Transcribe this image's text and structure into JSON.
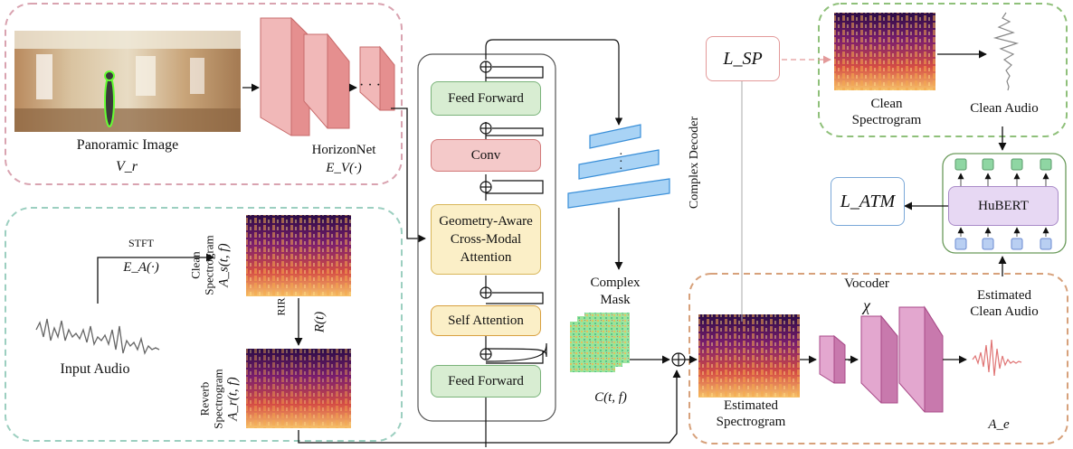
{
  "panorama": {
    "label": "Panoramic Image",
    "symbol": "V_r"
  },
  "horizonnet": {
    "label": "HorizonNet",
    "symbol": "E_V(·)"
  },
  "stft": {
    "label": "STFT",
    "symbol": "E_A(·)"
  },
  "clean_spec_left": {
    "line1": "Clean",
    "line2": "Spectrogram",
    "symbol": "A_s(t, f)"
  },
  "rir": {
    "label": "RIR",
    "symbol": "R(t)"
  },
  "reverb_spec": {
    "line1": "Reverb",
    "line2": "Spectrogram",
    "symbol": "A_r(t, f)"
  },
  "input_audio": {
    "label": "Input Audio"
  },
  "transformer": {
    "feed_forward_top": "Feed Forward",
    "conv": "Conv",
    "cross_attention_line1": "Geometry-Aware",
    "cross_attention_line2": "Cross-Modal",
    "cross_attention_line3": "Attention",
    "self_attention": "Self Attention",
    "feed_forward_bottom": "Feed Forward"
  },
  "decoder": {
    "label": "Complex Decoder"
  },
  "mask": {
    "line1": "Complex",
    "line2": "Mask",
    "symbol": "C(t, f)"
  },
  "loss_sp": {
    "symbol": "L_SP"
  },
  "loss_atm": {
    "symbol": "L_ATM"
  },
  "clean_spec_right": {
    "line1": "Clean",
    "line2": "Spectrogram"
  },
  "clean_audio": {
    "label": "Clean Audio"
  },
  "hubert": {
    "label": "HuBERT"
  },
  "estimated_clean_audio": {
    "line1": "Estimated",
    "line2": "Clean Audio"
  },
  "vocoder": {
    "label": "Vocoder",
    "symbol": "χ"
  },
  "estimated_spec": {
    "line1": "Estimated",
    "line2": "Spectrogram"
  },
  "estimated_audio": {
    "symbol": "A_e"
  },
  "colors": {
    "pink_region": "#d9a3b0",
    "green_region": "#8fc07a",
    "teal_region": "#9ccfc0",
    "orange_region": "#d7a17b",
    "feed_forward": "#d8edd2",
    "conv": "#f4c9c9",
    "attention": "#fbefc7",
    "hubert": "#e7d8f3",
    "decoder": "#a9d3f5",
    "horizonnet": "#eeb5b5",
    "vocoder": "#d9a3c3"
  }
}
